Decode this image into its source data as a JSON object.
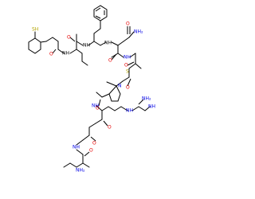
{
  "diagram": {
    "type": "chemical-structure",
    "atom_labels": {
      "sh": "SH",
      "s_cys": "S",
      "nh2_amide": "NH₂",
      "nh2_arg": "NH₂",
      "nh2_term": "NH₂",
      "nh": "NH",
      "n": "N",
      "o": "O"
    },
    "colors": {
      "bond": "#000000",
      "oxygen": "#e60000",
      "nitrogen": "#0000e6",
      "sulfur": "#b3a400"
    }
  }
}
